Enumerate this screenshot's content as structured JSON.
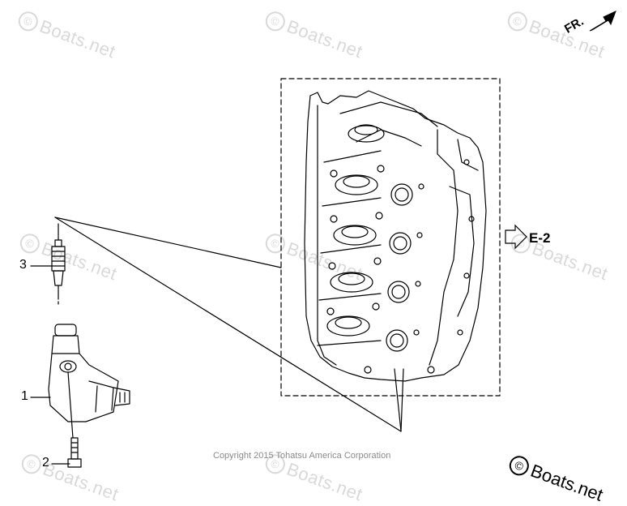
{
  "watermark": {
    "symbol": "©",
    "text": "Boats.net"
  },
  "callouts": [
    {
      "number": "1"
    },
    {
      "number": "2"
    },
    {
      "number": "3"
    }
  ],
  "reference": {
    "label": "E-2"
  },
  "direction": {
    "label": "FR."
  },
  "copyright": "Copyright 2015 Tohatsu America Corporation",
  "brand": {
    "symbol": "©",
    "text": "Boats.net"
  },
  "colors": {
    "line": "#000000",
    "watermark": "#d9d9d9",
    "copyright": "#8a8a8a",
    "background": "#ffffff"
  }
}
